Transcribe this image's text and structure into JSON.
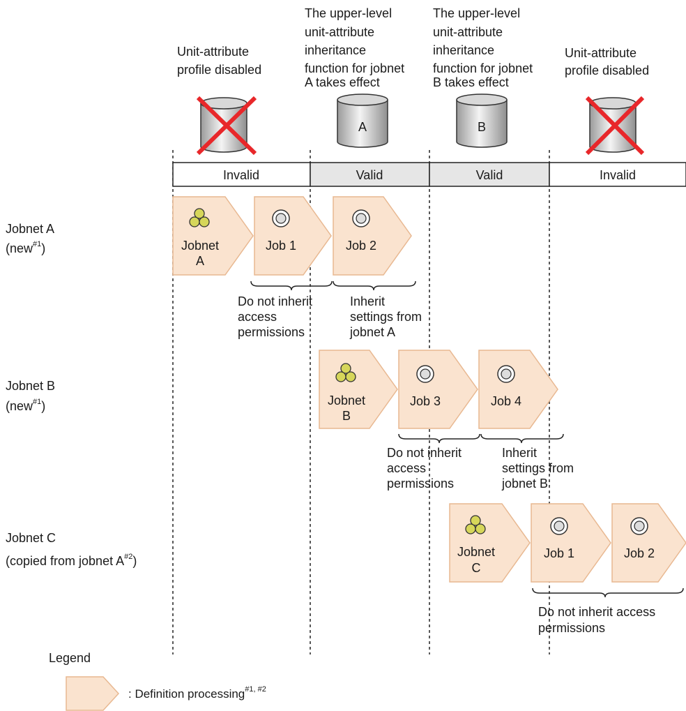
{
  "header": {
    "col1": [
      "Unit-attribute",
      "profile disabled"
    ],
    "col2": [
      "The upper-level",
      "unit-attribute",
      "inheritance",
      "function for jobnet",
      "A takes effect"
    ],
    "col3": [
      "The upper-level",
      "unit-attribute",
      "inheritance",
      "function for jobnet",
      "B takes effect"
    ],
    "col4": [
      "Unit-attribute",
      "profile disabled"
    ]
  },
  "cylinders": {
    "a_label": "A",
    "b_label": "B"
  },
  "status": [
    "Invalid",
    "Valid",
    "Valid",
    "Invalid"
  ],
  "rows": {
    "a": {
      "title": "Jobnet A",
      "sub": "(new",
      "sup": "#1",
      "close": ")"
    },
    "b": {
      "title": "Jobnet B",
      "sub": "(new",
      "sup": "#1",
      "close": ")"
    },
    "c": {
      "title": "Jobnet C",
      "sub": "(copied from jobnet A",
      "sup": "#2",
      "close": ")"
    }
  },
  "units": {
    "a_jobnet": [
      "Jobnet",
      "A"
    ],
    "a_job1": "Job 1",
    "a_job2": "Job 2",
    "b_jobnet": [
      "Jobnet",
      "B"
    ],
    "b_job3": "Job 3",
    "b_job4": "Job 4",
    "c_jobnet": [
      "Jobnet",
      "C"
    ],
    "c_job1": "Job 1",
    "c_job2": "Job 2"
  },
  "notes": {
    "a_no": [
      "Do not inherit",
      "access",
      "permissions"
    ],
    "a_yes": [
      "Inherit",
      "settings from",
      "jobnet A"
    ],
    "b_no": [
      "Do not inherit",
      "access",
      "permissions"
    ],
    "b_yes": [
      "Inherit",
      "settings from",
      "jobnet B"
    ],
    "c_no": [
      "Do not inherit access",
      "permissions"
    ]
  },
  "legend": {
    "title": "Legend",
    "text": ": Definition processing",
    "sup": "#1, #2"
  },
  "colors": {
    "unit_fill": "#fae3cf",
    "unit_stroke": "#e8b891",
    "valid_fill": "#e6e6e6",
    "cross": "#e8272a",
    "jobnet_icon": "#d6d65a"
  }
}
